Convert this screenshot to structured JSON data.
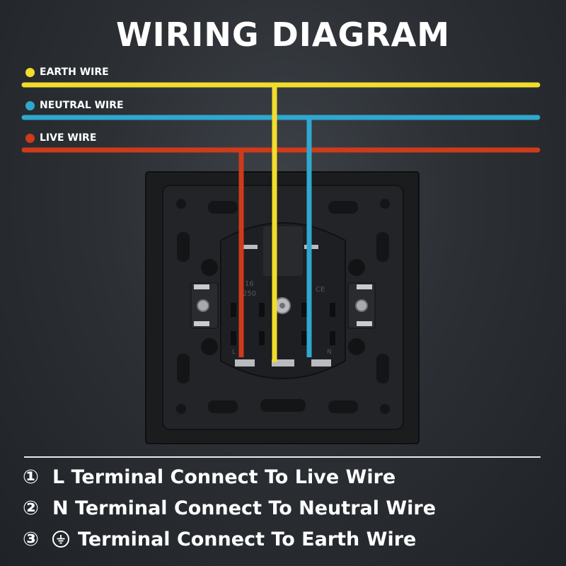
{
  "title": "WIRING DIAGRAM",
  "legend": [
    {
      "label": "EARTH WIRE",
      "color": "#f2dc2c"
    },
    {
      "label": "NEUTRAL WIRE",
      "color": "#2fa8cf"
    },
    {
      "label": "LIVE WIRE",
      "color": "#cf3a1a"
    }
  ],
  "socket": {
    "rating_amps": "16",
    "rating_volts": "250",
    "terminal_live": "L",
    "terminal_neutral": "N",
    "mark": "CE"
  },
  "instructions": [
    {
      "number": "①",
      "text": "L Terminal Connect To Live Wire"
    },
    {
      "number": "②",
      "text": "N Terminal Connect To Neutral Wire"
    },
    {
      "number": "③",
      "symbol": "earth-symbol",
      "text": "Terminal Connect To Earth Wire"
    }
  ]
}
